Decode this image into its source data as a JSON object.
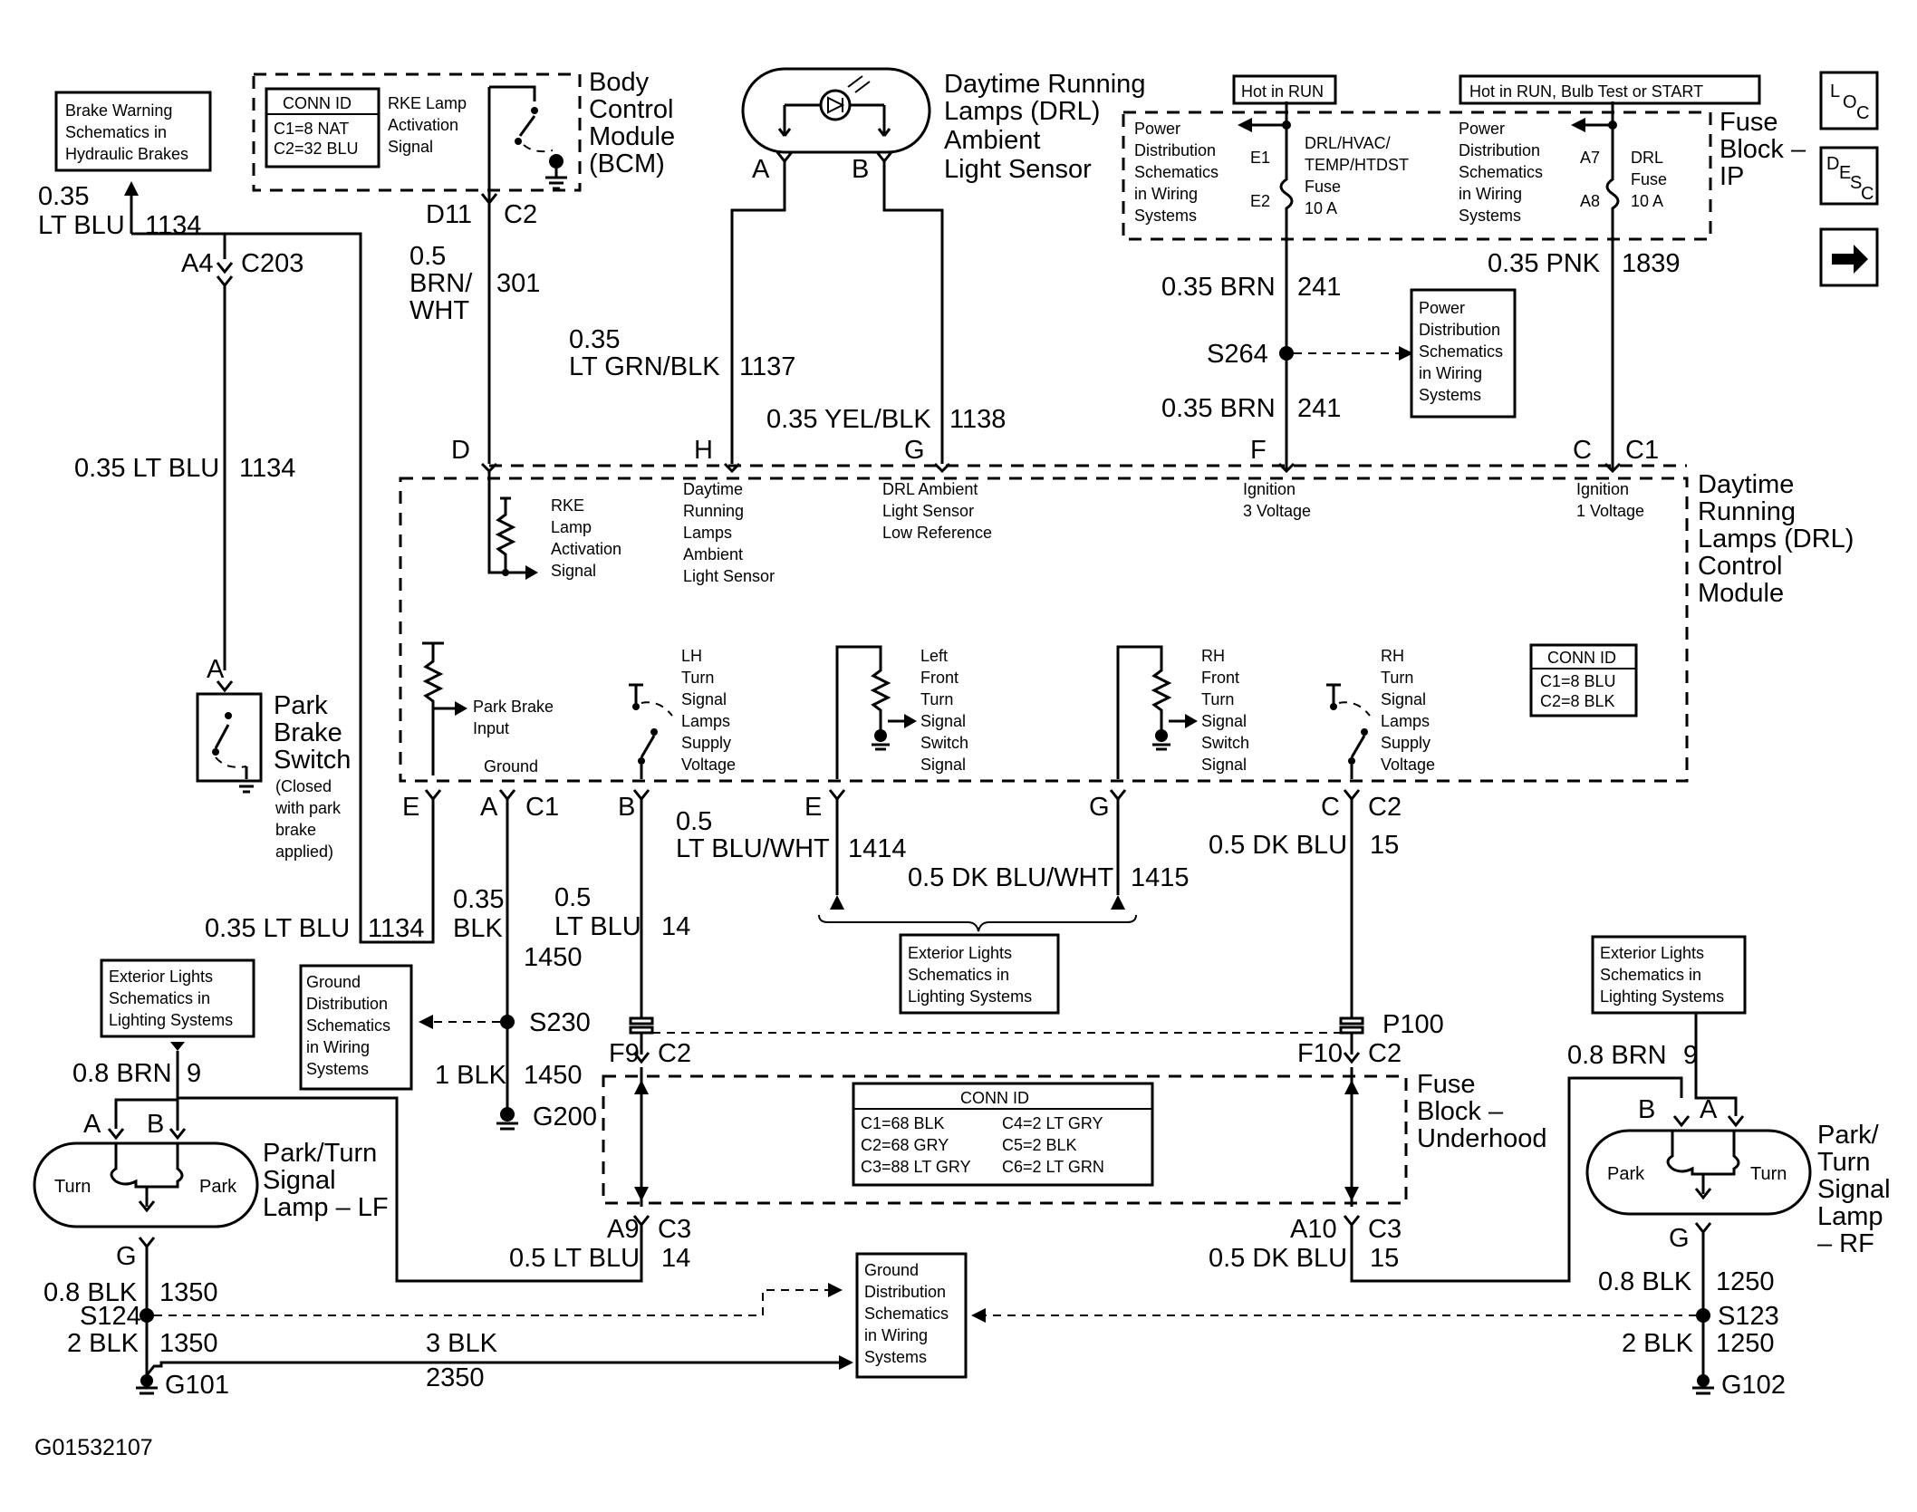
{
  "diagram": {
    "figure_id": "G01532107",
    "nav_icons": [
      {
        "name": "loc-icon",
        "label": "LOC"
      },
      {
        "name": "desc-icon",
        "label": "DESC"
      },
      {
        "name": "next-arrow-icon",
        "label": "→"
      }
    ],
    "boxes": {
      "brake_warning": [
        "Brake Warning",
        "Schematics in",
        "Hydraulic Brakes"
      ],
      "power_dist_s264": [
        "Power",
        "Distribution",
        "Schematics",
        "in Wiring",
        "Systems"
      ],
      "ground_dist_s230": [
        "Ground",
        "Distribution",
        "Schematics",
        "in Wiring",
        "Systems"
      ],
      "exterior_left": [
        "Exterior Lights",
        "Schematics in",
        "Lighting Systems"
      ],
      "exterior_mid": [
        "Exterior Lights",
        "Schematics in",
        "Lighting Systems"
      ],
      "exterior_right": [
        "Exterior Lights",
        "Schematics in",
        "Lighting Systems"
      ],
      "ground_dist_bottom": [
        "Ground",
        "Distribution",
        "Schematics",
        "in Wiring",
        "Systems"
      ],
      "hot_run": "Hot in RUN",
      "hot_run_bulb": "Hot in RUN, Bulb Test or START"
    },
    "bcm": {
      "title": [
        "Body",
        "Control",
        "Module",
        "(BCM)"
      ],
      "conn_title": "CONN ID",
      "conn_lines": [
        "C1=8 NAT",
        "C2=32 BLU"
      ],
      "signal": [
        "RKE Lamp",
        "Activation",
        "Signal"
      ],
      "pin": "D11",
      "conn": "C2"
    },
    "sensor": {
      "title": [
        "Daytime Running",
        "Lamps (DRL)",
        "Ambient",
        "Light Sensor"
      ],
      "pin_a": "A",
      "pin_b": "B"
    },
    "fuse_ip": {
      "title": [
        "Fuse",
        "Block –",
        "IP"
      ],
      "left_text": [
        "Power",
        "Distribution",
        "Schematics",
        "in Wiring",
        "Systems"
      ],
      "right_text": [
        "Power",
        "Distribution",
        "Schematics",
        "in Wiring",
        "Systems"
      ],
      "fuse1": [
        "DRL/HVAC/",
        "TEMP/HTDST",
        "Fuse",
        "10 A"
      ],
      "fuse2": [
        "DRL",
        "Fuse",
        "10 A"
      ],
      "pins": [
        "E1",
        "E2",
        "A7",
        "A8"
      ]
    },
    "drl_module": {
      "title": [
        "Daytime",
        "Running",
        "Lamps (DRL)",
        "Control",
        "Module"
      ],
      "conn_title": "CONN ID",
      "conn_lines": [
        "C1=8 BLU",
        "C2=8 BLK"
      ],
      "top_pins": [
        "D",
        "H",
        "G",
        "F",
        "C",
        "C1"
      ],
      "top_labels": {
        "rke": [
          "RKE",
          "Lamp",
          "Activation",
          "Signal"
        ],
        "sensor": [
          "Daytime",
          "Running",
          "Lamps",
          "Ambient",
          "Light Sensor"
        ],
        "lowref": [
          "DRL Ambient",
          "Light Sensor",
          "Low Reference"
        ],
        "ign3": [
          "Ignition",
          "3 Voltage"
        ],
        "ign1": [
          "Ignition",
          "1 Voltage"
        ]
      },
      "bottom_labels": {
        "park": [
          "Park Brake",
          "Input"
        ],
        "ground": "Ground",
        "lh": [
          "LH",
          "Turn",
          "Signal",
          "Lamps",
          "Supply",
          "Voltage"
        ],
        "lf": [
          "Left",
          "Front",
          "Turn",
          "Signal",
          "Switch",
          "Signal"
        ],
        "rf": [
          "RH",
          "Front",
          "Turn",
          "Signal",
          "Switch",
          "Signal"
        ],
        "rh": [
          "RH",
          "Turn",
          "Signal",
          "Lamps",
          "Supply",
          "Voltage"
        ]
      },
      "bottom_pins": [
        "E",
        "A",
        "C1",
        "B",
        "E",
        "G",
        "C",
        "C2"
      ]
    },
    "park_brake": {
      "title": [
        "Park",
        "Brake",
        "Switch"
      ],
      "note": [
        "(Closed",
        "with park",
        "brake",
        "applied)"
      ],
      "pin": "A"
    },
    "fuse_uh": {
      "title": [
        "Fuse",
        "Block –",
        "Underhood"
      ],
      "conn_title": "CONN ID",
      "conn_left": [
        "C1=68 BLK",
        "C2=68 GRY",
        "C3=88 LT GRY"
      ],
      "conn_right": [
        "C4=2 LT GRY",
        "C5=2 BLK",
        "C6=2 LT GRN"
      ],
      "pins_top": [
        "F9",
        "C2",
        "F10",
        "C2"
      ],
      "pins_bottom": [
        "A9",
        "C3",
        "A10",
        "C3"
      ]
    },
    "lamp_lf": {
      "title": [
        "Park/Turn",
        "Signal",
        "Lamp – LF"
      ],
      "turn": "Turn",
      "park": "Park",
      "pin_a": "A",
      "pin_b": "B",
      "pin_g": "G"
    },
    "lamp_rf": {
      "title": [
        "Park/",
        "Turn",
        "Signal",
        "Lamp",
        "– RF"
      ],
      "turn": "Turn",
      "park": "Park",
      "pin_a": "A",
      "pin_b": "B",
      "pin_g": "G"
    },
    "wires": {
      "w1134_top": [
        "0.35",
        "LT BLU",
        "1134"
      ],
      "c203": [
        "A4",
        "C203"
      ],
      "w1134_mid": [
        "0.35 LT BLU",
        "1134"
      ],
      "w1134_bot": [
        "0.35 LT BLU",
        "1134"
      ],
      "w301": [
        "0.5",
        "BRN/",
        "WHT",
        "301"
      ],
      "w1137": [
        "0.35",
        "LT GRN/BLK",
        "1137"
      ],
      "w1138": [
        "0.35 YEL/BLK",
        "1138"
      ],
      "w241a": [
        "0.35 BRN",
        "241"
      ],
      "s264": "S264",
      "w241b": [
        "0.35 BRN",
        "241"
      ],
      "w1839": [
        "0.35 PNK",
        "1839"
      ],
      "w1450a": [
        "0.35",
        "BLK",
        "1450"
      ],
      "s230": "S230",
      "w1450b": [
        "1 BLK",
        "1450"
      ],
      "g200": "G200",
      "w14a": [
        "0.5",
        "LT BLU",
        "14"
      ],
      "w1414": [
        "0.5",
        "LT BLU/WHT",
        "1414"
      ],
      "w1415": [
        "0.5 DK BLU/WHT",
        "1415"
      ],
      "w15a": [
        "0.5 DK BLU",
        "15"
      ],
      "p100": "P100",
      "w14b": [
        "0.5 LT BLU",
        "14"
      ],
      "w15b": [
        "0.5 DK BLU",
        "15"
      ],
      "w9l": [
        "0.8 BRN",
        "9"
      ],
      "w9r": [
        "0.8 BRN",
        "9"
      ],
      "w1350a": [
        "0.8 BLK",
        "1350"
      ],
      "s124": "S124",
      "w1350b": [
        "2 BLK",
        "1350"
      ],
      "g101": "G101",
      "w2350": [
        "3 BLK",
        "2350"
      ],
      "w1250a": [
        "0.8 BLK",
        "1250"
      ],
      "s123": "S123",
      "w1250b": [
        "2 BLK",
        "1250"
      ],
      "g102": "G102"
    }
  }
}
